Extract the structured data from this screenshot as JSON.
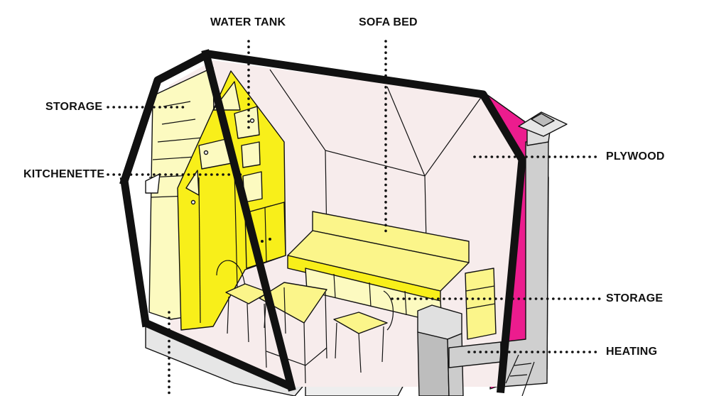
{
  "labels": {
    "water_tank": "WATER TANK",
    "sofa_bed": "SOFA BED",
    "storage_left": "STORAGE",
    "kitchenette": "KITCHENETTE",
    "plywood": "PLYWOOD",
    "storage_right": "STORAGE",
    "heating": "HEATING"
  },
  "colors": {
    "shell": "#111111",
    "interior": "#f7ecec",
    "cabinet_yellow": "#f8ef1a",
    "furniture_yellow": "#fbf58a",
    "light_yellow": "#fcfac0",
    "magenta": "#ec1c8e",
    "chimney_grey": "#cfcfcf"
  }
}
